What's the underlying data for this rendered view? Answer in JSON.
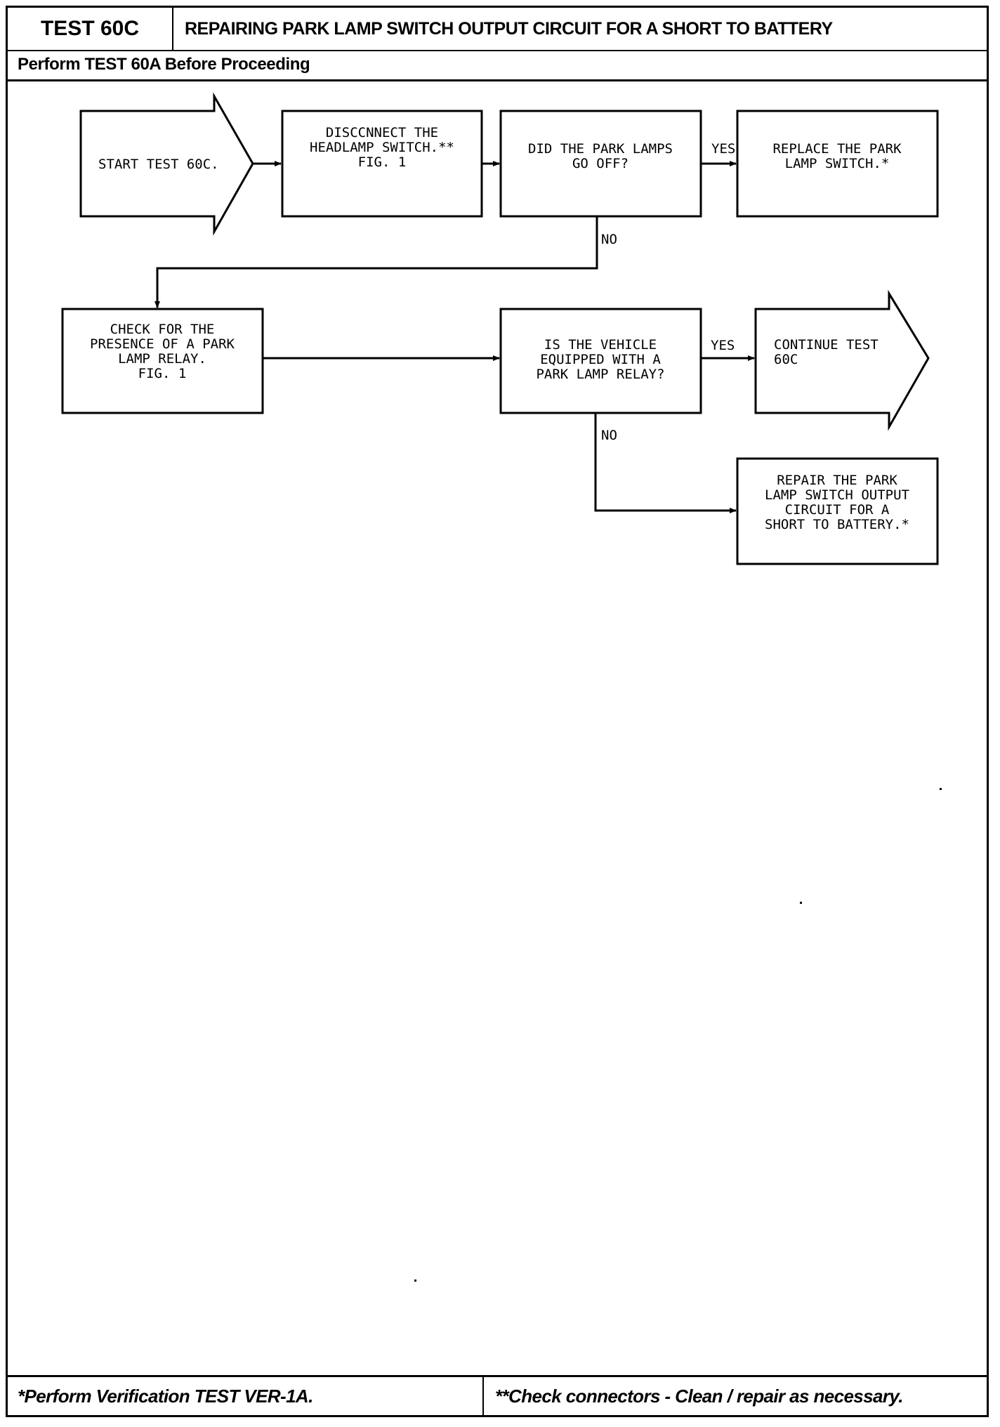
{
  "header": {
    "test_id": "TEST 60C",
    "title": "REPAIRING PARK LAMP SWITCH OUTPUT CIRCUIT FOR A SHORT TO BATTERY",
    "prerequisite": "Perform TEST 60A Before Proceeding"
  },
  "flowchart": {
    "start": {
      "lines": [
        "START TEST 60C."
      ]
    },
    "disconnect": {
      "lines": [
        "DISCCNNECT THE",
        "HEADLAMP SWITCH.**",
        "",
        "FIG. 1"
      ]
    },
    "decision1": {
      "lines": [
        "DID THE PARK LAMPS",
        "GO OFF?"
      ]
    },
    "replace": {
      "lines": [
        "REPLACE THE PARK",
        "LAMP SWITCH.*"
      ]
    },
    "check_relay": {
      "lines": [
        "CHECK FOR THE",
        "PRESENCE OF A PARK",
        "LAMP RELAY.",
        "",
        "FIG. 1"
      ]
    },
    "decision2": {
      "lines": [
        "IS THE VEHICLE",
        "EQUIPPED WITH A",
        "PARK LAMP RELAY?"
      ]
    },
    "continue": {
      "lines": [
        "CONTINUE TEST",
        "60C"
      ]
    },
    "repair": {
      "lines": [
        "REPAIR THE PARK",
        "LAMP SWITCH OUTPUT",
        "CIRCUIT FOR A",
        "SHORT TO BATTERY.*"
      ]
    },
    "labels": {
      "yes1": "YES",
      "no1": "NO",
      "yes2": "YES",
      "no2": "NO"
    }
  },
  "footer": {
    "left_note": "*Perform Verification TEST VER-1A.",
    "right_note": "**Check connectors - Clean / repair as necessary."
  }
}
